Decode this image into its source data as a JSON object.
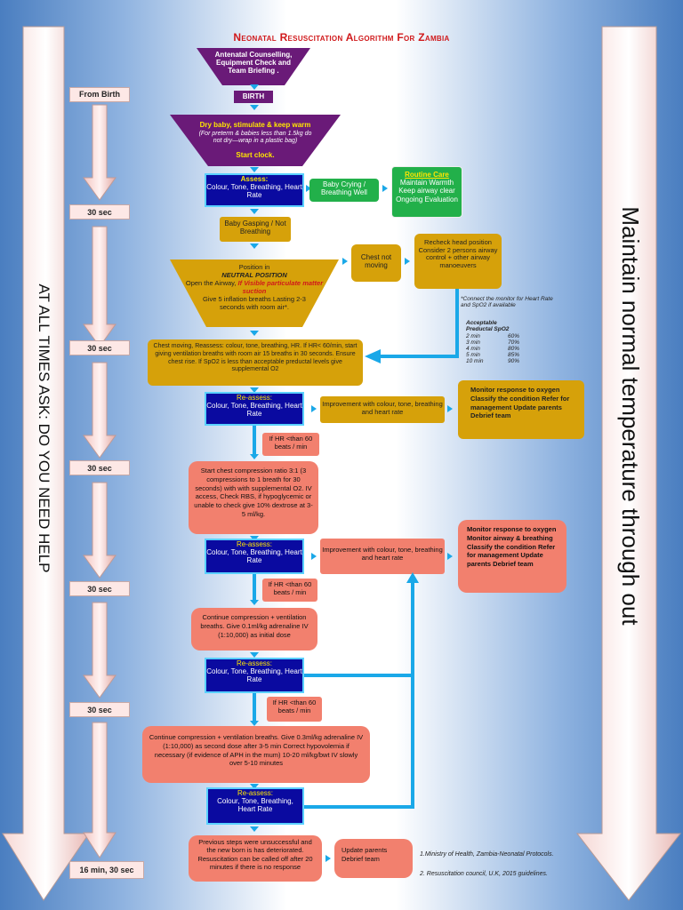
{
  "title": "Neonatal Resuscitation Algorithm For Zambia",
  "left_banner": "AT ALL TIMES ASK: DO YOU NEED HELP",
  "right_banner": "Maintain normal temperature through out",
  "timeline": {
    "from_birth": "From Birth",
    "t1": "30 sec",
    "t2": "30 sec",
    "t3": "30 sec",
    "t4": "30 sec",
    "t5": "30 sec",
    "final": "16 min, 30 sec"
  },
  "steps": {
    "antenatal": "Antenatal Counselling, Equipment Check and Team Briefing .",
    "birth": "BIRTH",
    "dry_title": "Dry baby, stimulate & keep warm",
    "dry_note": "(For preterm & babies less than 1.5kg do not dry—wrap in a plastic bag)",
    "dry_clock": "Start clock.",
    "assess_title": "Assess:",
    "assess_body": "Colour, Tone, Breathing, Heart Rate",
    "baby_crying": "Baby Crying / Breathing Well",
    "routine_title": "Routine Care",
    "routine_body": "Maintain Warmth Keep airway clear Ongoing Evaluation",
    "gasping": "Baby Gasping / Not Breathing",
    "position_title": "Position in",
    "position_neutral": "NEUTRAL POSITION",
    "open_airway": "Open the Airway,",
    "open_airway_red": "If Visible particulate matter suction",
    "inflation": "Give 5 inflation breaths Lasting 2-3 seconds with room air*.",
    "chest_not_moving": "Chest not moving",
    "recheck": "Recheck head position Consider 2 persons airway control + other airway manoeuvers",
    "monitor_note": "*Connect the monitor for Heart Rate and SpO2 if available",
    "spo2_title": "Acceptable Preductal SpO2",
    "spo2": [
      {
        "t": "2 min",
        "v": "60%"
      },
      {
        "t": "3 min",
        "v": "70%"
      },
      {
        "t": "4 min",
        "v": "80%"
      },
      {
        "t": "5 min",
        "v": "85%"
      },
      {
        "t": "10 min",
        "v": "90%"
      }
    ],
    "chest_moving": "Chest moving, Reassess: colour, tone, breathing, HR. If HR< 60/min, start giving ventilation breaths with room air 15 breaths in 30 seconds. Ensure chest rise. If SpO2 is less than acceptable preductal levels give supplemental O2",
    "reassess_title": "Re-assess:",
    "reassess_body": "Colour, Tone, Breathing, Heart Rate",
    "improve": "Improvement with colour, tone, breathing and heart rate",
    "monitor1": "Monitor response to oxygen Classify the condition Refer for management Update parents Debrief team",
    "hr60": "If HR <than 60 beats / min",
    "compress": "Start chest compression ratio 3:1 (3 compressions to 1 breath for 30 seconds) with with supplemental O2. IV access, Check RBS, if hypoglycemic or unable to check give 10% dextrose at 3-5 ml/kg.",
    "monitor2": "Monitor response to oxygen Monitor airway & breathing Classify the condition Refer for management Update parents Debrief team",
    "continue1": "Continue compression + ventilation breaths. Give 0.1ml/kg adrenaline IV (1:10,000) as initial dose",
    "continue2": "Continue compression + ventilation breaths. Give 0.3ml/kg adrenaline IV (1:10,000) as second dose after 3-5 min Correct hypovolemia if necessary (if evidence of APH in the mum) 10-20 ml/kg/bwt IV slowly over 5-10 minutes",
    "final": "Previous steps were unsuccessful and the new born is has deteriorated. Resuscitation can be called off after 20 minutes if there is no response",
    "update_parents": "Update parents Debrief team"
  },
  "references": {
    "r1": "1.Ministry of Health, Zambia-Neonatal Protocols.",
    "r2": "2. Resuscitation council, U.K, 2015 guidelines."
  }
}
